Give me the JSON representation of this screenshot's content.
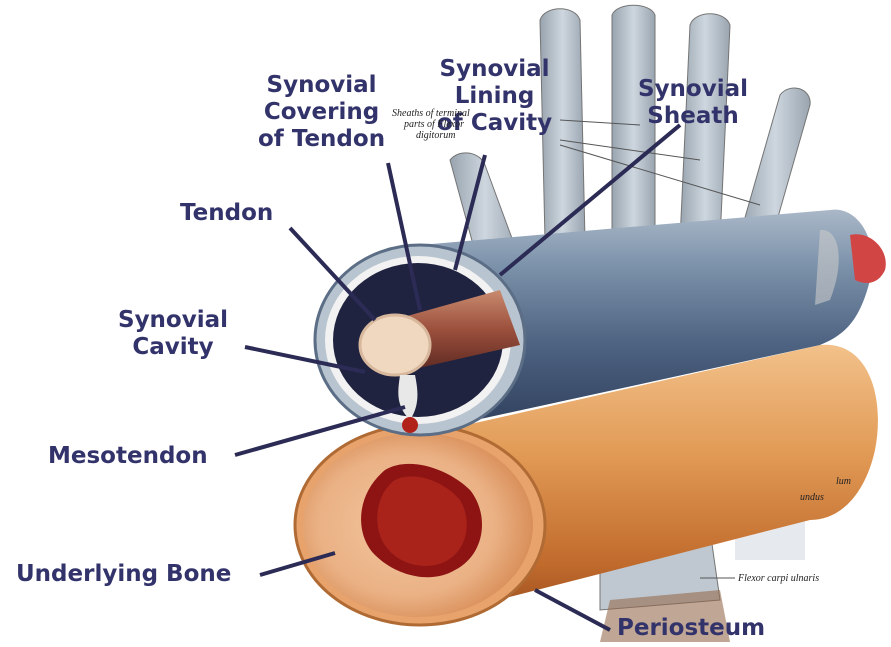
{
  "labels": {
    "tendon": "Tendon",
    "synovial_cavity": [
      "Synovial",
      "Cavity"
    ],
    "mesotendon": "Mesotendon",
    "underlying_bone": "Underlying Bone",
    "synovial_covering": [
      "Synovial",
      "Covering",
      "of Tendon"
    ],
    "synovial_lining": [
      "Synovial",
      "Lining",
      "of Cavity"
    ],
    "synovial_sheath": [
      "Synovial",
      "Sheath"
    ],
    "periosteum": "Periosteum"
  },
  "background_text": {
    "sheaths": [
      "Sheaths of terminal",
      "parts of Flexor",
      "digitorum"
    ],
    "flexor_carpi": "Flexor carpi ulnaris",
    "lum": "lum",
    "fundus": "undus"
  },
  "colors": {
    "label": "#33336b",
    "sheath": "#6f8fa8",
    "bone": "#e9a86a",
    "marrow": "#8e1414"
  }
}
